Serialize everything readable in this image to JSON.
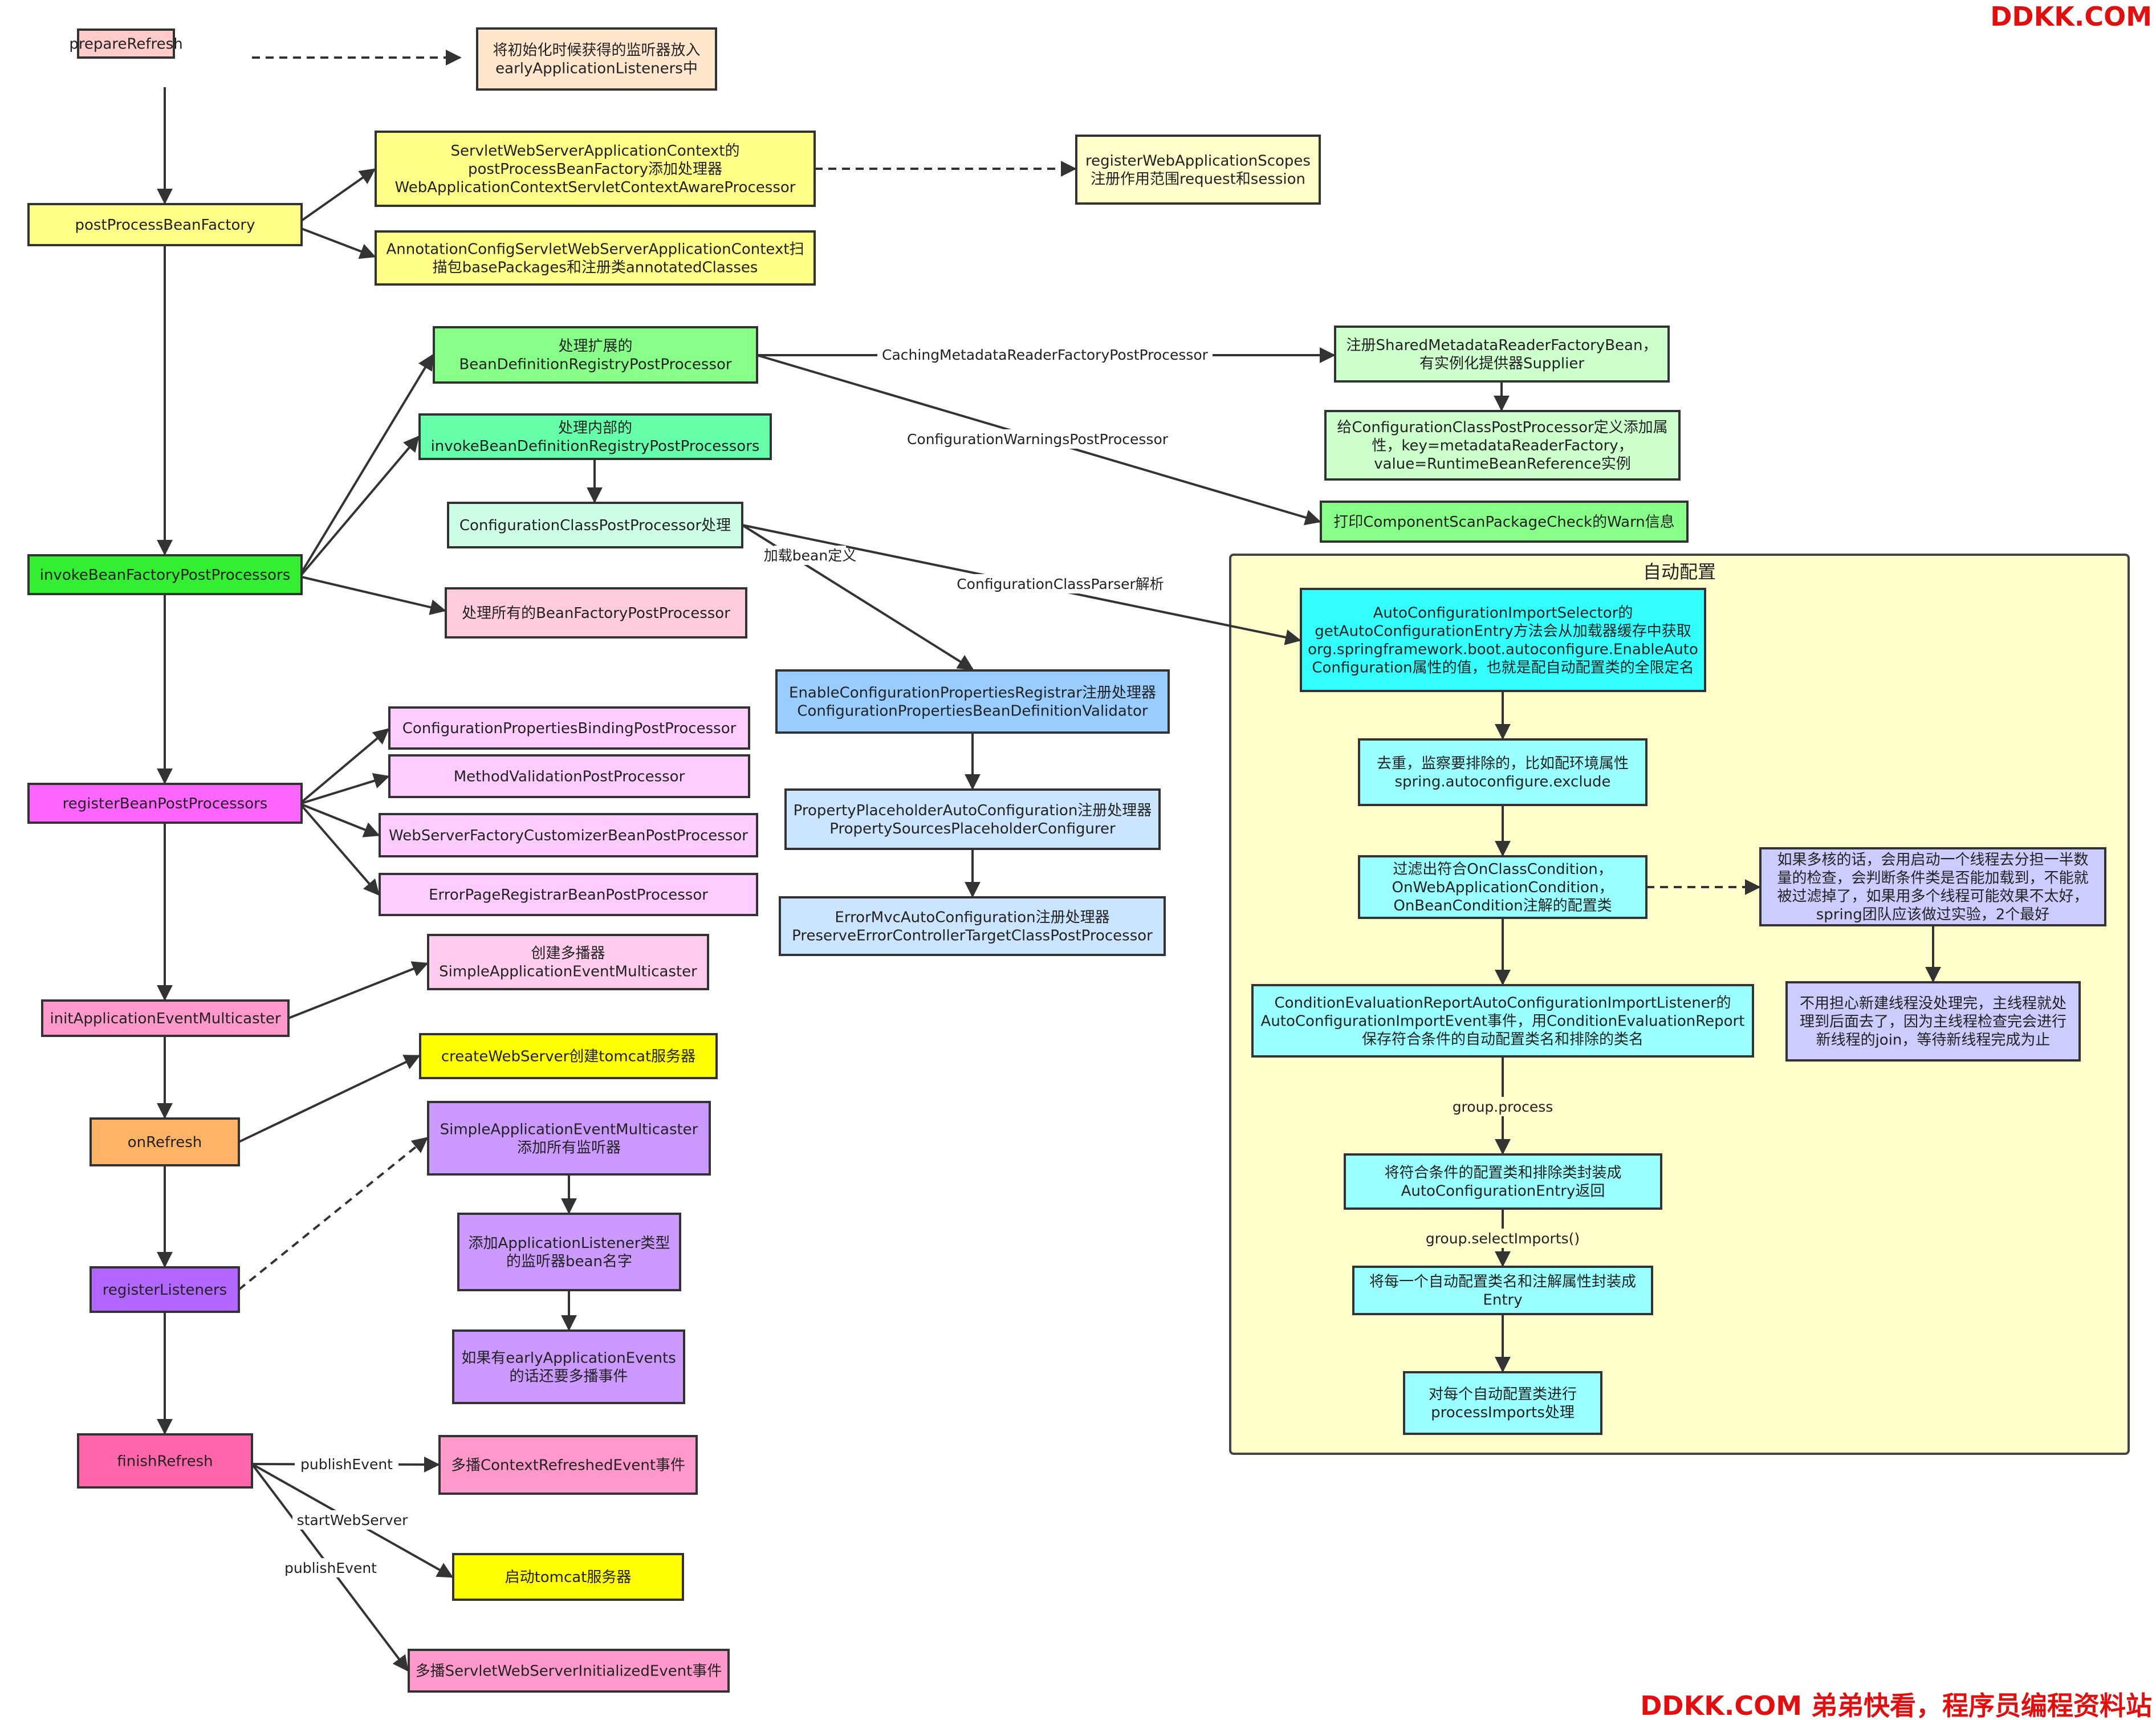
{
  "watermark_top": "DDKK.COM",
  "watermark_bottom": "DDKK.COM 弟弟快看，程序员编程资料站",
  "group": {
    "title": "自动配置",
    "fill": "#ffffcc"
  },
  "nodes": {
    "prepareRefresh": {
      "text": [
        "prepareRefresh"
      ],
      "fill": "#ffcccc"
    },
    "earlyListeners": {
      "text": [
        "将初始化时候获得的监听器放入",
        "earlyApplicationListeners中"
      ],
      "fill": "#ffe6cc"
    },
    "postProcessBeanFactory": {
      "text": [
        "postProcessBeanFactory"
      ],
      "fill": "#ffff88"
    },
    "servletCtxProc": {
      "text": [
        "ServletWebServerApplicationContext的",
        "postProcessBeanFactory添加处理器",
        "WebApplicationContextServletContextAwareProcessor"
      ],
      "fill": "#ffff88"
    },
    "registerScopes": {
      "text": [
        "registerWebApplicationScopes",
        "注册作用范围request和session"
      ],
      "fill": "#ffffcc"
    },
    "annotationScan": {
      "text": [
        "AnnotationConfigServletWebServerApplicationContext扫",
        "描包basePackages和注册类annotatedClasses"
      ],
      "fill": "#ffff88"
    },
    "invokeBFPP": {
      "text": [
        "invokeBeanFactoryPostProcessors"
      ],
      "fill": "#33ee33"
    },
    "extRegistry": {
      "text": [
        "处理扩展的",
        "BeanDefinitionRegistryPostProcessor"
      ],
      "fill": "#88ff88"
    },
    "innerRegistry": {
      "text": [
        "处理内部的",
        "invokeBeanDefinitionRegistryPostProcessors"
      ],
      "fill": "#66ffaa"
    },
    "configClassPP": {
      "text": [
        "ConfigurationClassPostProcessor处理"
      ],
      "fill": "#ccffe6"
    },
    "allBFPP": {
      "text": [
        "处理所有的BeanFactoryPostProcessor"
      ],
      "fill": "#ffccdd"
    },
    "sharedMeta": {
      "text": [
        "注册SharedMetadataReaderFactoryBean，",
        "有实例化提供器Supplier"
      ],
      "fill": "#ccffcc"
    },
    "metaAttr": {
      "text": [
        "给ConfigurationClassPostProcessor定义添加属",
        "性，key=metadataReaderFactory，",
        "value=RuntimeBeanReference实例"
      ],
      "fill": "#ccffcc"
    },
    "warnInfo": {
      "text": [
        "打印ComponentScanPackageCheck的Warn信息"
      ],
      "fill": "#88ff88"
    },
    "enableConfigProps": {
      "text": [
        "EnableConfigurationPropertiesRegistrar注册处理器",
        "ConfigurationPropertiesBeanDefinitionValidator"
      ],
      "fill": "#99ccff"
    },
    "propPlaceholder": {
      "text": [
        "PropertyPlaceholderAutoConfiguration注册处理器",
        "PropertySourcesPlaceholderConfigurer"
      ],
      "fill": "#cce5ff"
    },
    "errorMvc": {
      "text": [
        "ErrorMvcAutoConfiguration注册处理器",
        "PreserveErrorControllerTargetClassPostProcessor"
      ],
      "fill": "#cce5ff"
    },
    "registerBPP": {
      "text": [
        "registerBeanPostProcessors"
      ],
      "fill": "#ff66ff"
    },
    "cpBinding": {
      "text": [
        "ConfigurationPropertiesBindingPostProcessor"
      ],
      "fill": "#ffccff"
    },
    "methodValidation": {
      "text": [
        "MethodValidationPostProcessor"
      ],
      "fill": "#ffccff"
    },
    "webServerFactory": {
      "text": [
        "WebServerFactoryCustomizerBeanPostProcessor"
      ],
      "fill": "#ffccff"
    },
    "errorPageReg": {
      "text": [
        "ErrorPageRegistrarBeanPostProcessor"
      ],
      "fill": "#ffccff"
    },
    "initMulticaster": {
      "text": [
        "initApplicationEventMulticaster"
      ],
      "fill": "#ff99cc"
    },
    "createMulticaster": {
      "text": [
        "创建多播器",
        "SimpleApplicationEventMulticaster"
      ],
      "fill": "#ffccee"
    },
    "onRefresh": {
      "text": [
        "onRefresh"
      ],
      "fill": "#ffb366"
    },
    "createWebServer": {
      "text": [
        "createWebServer创建tomcat服务器"
      ],
      "fill": "#ffff00"
    },
    "registerListeners": {
      "text": [
        "registerListeners"
      ],
      "fill": "#b366ff"
    },
    "simpleMulticaster": {
      "text": [
        "SimpleApplicationEventMulticaster",
        "添加所有监听器"
      ],
      "fill": "#cc99ff"
    },
    "addListenerBean": {
      "text": [
        "添加ApplicationListener类型",
        "的监听器bean名字"
      ],
      "fill": "#cc99ff"
    },
    "earlyEvents": {
      "text": [
        "如果有earlyApplicationEvents",
        "的话还要多播事件"
      ],
      "fill": "#cc99ff"
    },
    "finishRefresh": {
      "text": [
        "finishRefresh"
      ],
      "fill": "#ff66aa"
    },
    "ctxRefreshed": {
      "text": [
        "多播ContextRefreshedEvent事件"
      ],
      "fill": "#ff99cc"
    },
    "startTomcat": {
      "text": [
        "启动tomcat服务器"
      ],
      "fill": "#ffff00"
    },
    "servletInit": {
      "text": [
        "多播ServletWebServerInitializedEvent事件"
      ],
      "fill": "#ff99cc"
    },
    "autoSelector": {
      "text": [
        "AutoConfigurationImportSelector的",
        "getAutoConfigurationEntry方法会从加载器缓存中获取",
        "org.springframework.boot.autoconfigure.EnableAuto",
        "Configuration属性的值，也就是配自动配置类的全限定名"
      ],
      "fill": "#33ffff"
    },
    "dedupe": {
      "text": [
        "去重，监察要排除的，比如配环境属性",
        "spring.autoconfigure.exclude"
      ],
      "fill": "#99ffff"
    },
    "filterCond": {
      "text": [
        "过滤出符合OnClassCondition，",
        "OnWebApplicationCondition，",
        "OnBeanCondition注解的配置类"
      ],
      "fill": "#99ffff"
    },
    "multiCore": {
      "text": [
        "如果多核的话，会用启动一个线程去分担一半数",
        "量的检查，会判断条件类是否能加载到，不能就",
        "被过滤掉了，如果用多个线程可能效果不太好，",
        "spring团队应该做过实验，2个最好"
      ],
      "fill": "#ccccff"
    },
    "noWorry": {
      "text": [
        "不用担心新建线程没处理完，主线程就处",
        "理到后面去了，因为主线程检查完会进行",
        "新线程的join，等待新线程完成为止"
      ],
      "fill": "#ccccff"
    },
    "condEval": {
      "text": [
        "ConditionEvaluationReportAutoConfigurationImportListener的",
        "AutoConfigurationImportEvent事件，用ConditionEvaluationReport",
        "保存符合条件的自动配置类名和排除的类名"
      ],
      "fill": "#99ffff"
    },
    "wrapEntry": {
      "text": [
        "将符合条件的配置类和排除类封装成",
        "AutoConfigurationEntry返回"
      ],
      "fill": "#99ffff"
    },
    "eachEntry": {
      "text": [
        "将每一个自动配置类名和注解属性封装成",
        "Entry"
      ],
      "fill": "#99ffff"
    },
    "processImports": {
      "text": [
        "对每个自动配置类进行",
        "processImports处理"
      ],
      "fill": "#99ffff"
    }
  },
  "edges": [
    {
      "from": "prepareRefresh",
      "to": "earlyListeners",
      "style": "dashed"
    },
    {
      "from": "prepareRefresh",
      "to": "postProcessBeanFactory"
    },
    {
      "from": "postProcessBeanFactory",
      "to": "servletCtxProc"
    },
    {
      "from": "postProcessBeanFactory",
      "to": "annotationScan"
    },
    {
      "from": "servletCtxProc",
      "to": "registerScopes",
      "style": "dashed"
    },
    {
      "from": "postProcessBeanFactory",
      "to": "invokeBFPP"
    },
    {
      "from": "invokeBFPP",
      "to": "extRegistry"
    },
    {
      "from": "invokeBFPP",
      "to": "innerRegistry"
    },
    {
      "from": "invokeBFPP",
      "to": "allBFPP"
    },
    {
      "from": "innerRegistry",
      "to": "configClassPP"
    },
    {
      "from": "extRegistry",
      "to": "sharedMeta",
      "label": "CachingMetadataReaderFactoryPostProcessor"
    },
    {
      "from": "sharedMeta",
      "to": "metaAttr"
    },
    {
      "from": "extRegistry",
      "to": "warnInfo",
      "label": "ConfigurationWarningsPostProcessor"
    },
    {
      "from": "configClassPP",
      "to": "enableConfigProps",
      "label": "加载bean定义"
    },
    {
      "from": "configClassPP",
      "to": "autoSelector",
      "label": "ConfigurationClassParser解析"
    },
    {
      "from": "enableConfigProps",
      "to": "propPlaceholder"
    },
    {
      "from": "propPlaceholder",
      "to": "errorMvc"
    },
    {
      "from": "invokeBFPP",
      "to": "registerBPP"
    },
    {
      "from": "registerBPP",
      "to": "cpBinding"
    },
    {
      "from": "registerBPP",
      "to": "methodValidation"
    },
    {
      "from": "registerBPP",
      "to": "webServerFactory"
    },
    {
      "from": "registerBPP",
      "to": "errorPageReg"
    },
    {
      "from": "registerBPP",
      "to": "initMulticaster"
    },
    {
      "from": "initMulticaster",
      "to": "createMulticaster"
    },
    {
      "from": "initMulticaster",
      "to": "onRefresh"
    },
    {
      "from": "onRefresh",
      "to": "createWebServer"
    },
    {
      "from": "onRefresh",
      "to": "registerListeners"
    },
    {
      "from": "registerListeners",
      "to": "simpleMulticaster",
      "style": "dashed"
    },
    {
      "from": "simpleMulticaster",
      "to": "addListenerBean"
    },
    {
      "from": "addListenerBean",
      "to": "earlyEvents"
    },
    {
      "from": "registerListeners",
      "to": "finishRefresh"
    },
    {
      "from": "finishRefresh",
      "to": "ctxRefreshed",
      "label": "publishEvent"
    },
    {
      "from": "finishRefresh",
      "to": "startTomcat",
      "label": "startWebServer"
    },
    {
      "from": "finishRefresh",
      "to": "servletInit",
      "label": "publishEvent"
    },
    {
      "from": "autoSelector",
      "to": "dedupe"
    },
    {
      "from": "dedupe",
      "to": "filterCond"
    },
    {
      "from": "filterCond",
      "to": "multiCore",
      "style": "dashed"
    },
    {
      "from": "multiCore",
      "to": "noWorry"
    },
    {
      "from": "filterCond",
      "to": "condEval"
    },
    {
      "from": "condEval",
      "to": "wrapEntry",
      "label": "group.process"
    },
    {
      "from": "wrapEntry",
      "to": "eachEntry",
      "label": "group.selectImports()"
    },
    {
      "from": "eachEntry",
      "to": "processImports"
    }
  ]
}
